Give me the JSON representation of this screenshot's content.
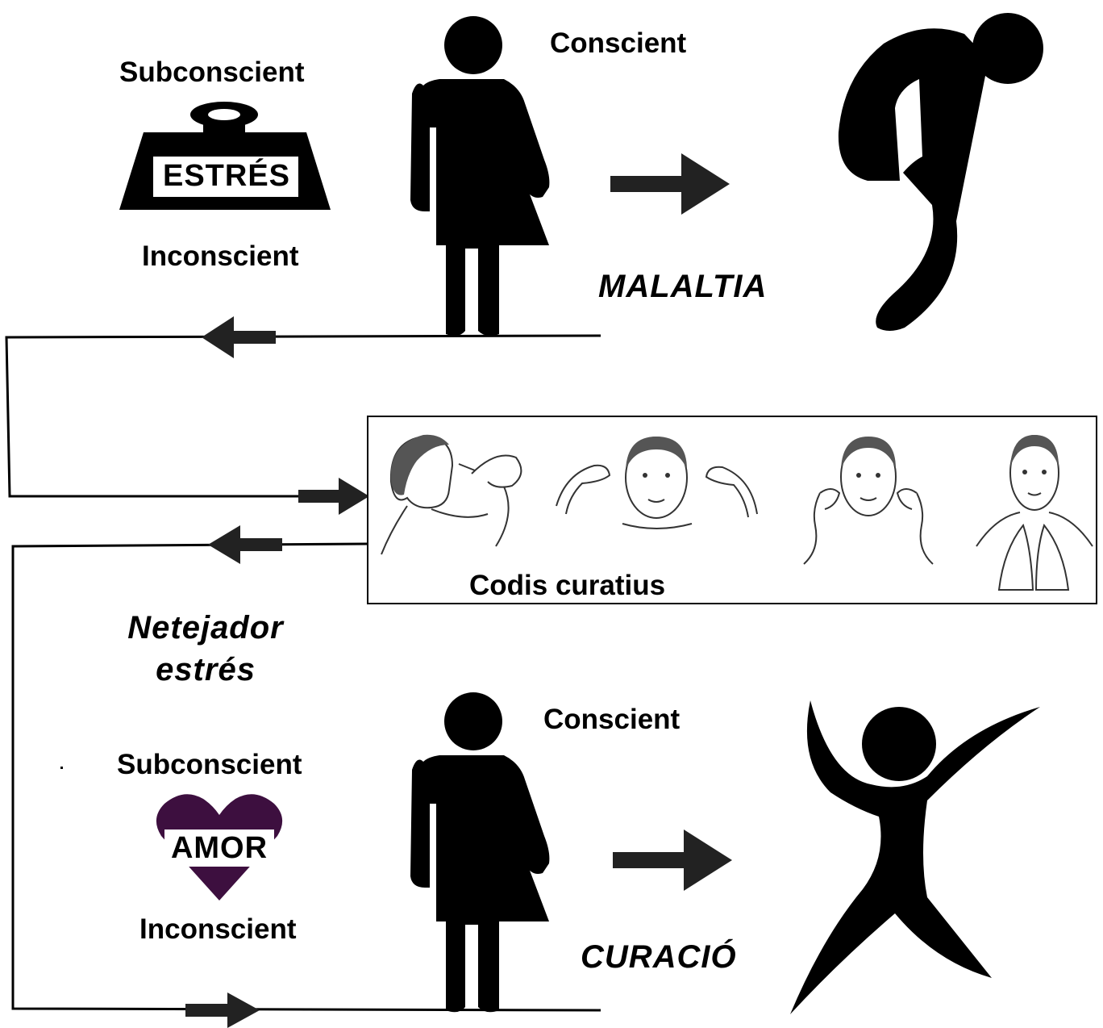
{
  "top": {
    "conscient": "Conscient",
    "subconscient": "Subconscient",
    "weight_text": "ESTRÉS",
    "inconscient": "Inconscient",
    "result": "MALALTIA"
  },
  "middle": {
    "codis_label": "Codis curatius",
    "netejador_line1": "Netejador",
    "netejador_line2": "estrés"
  },
  "bottom": {
    "conscient": "Conscient",
    "subconscient": "Subconscient",
    "heart_text": "AMOR",
    "inconscient": "Inconscient",
    "result": "CURACIÓ"
  },
  "colors": {
    "ink": "#000000",
    "heart": "#3d0f3f"
  },
  "icons": [
    "person-icon",
    "weight-icon",
    "sick-person-icon",
    "heart-icon",
    "joyful-person-icon",
    "arrow-icon",
    "hand-gesture-illustration"
  ]
}
